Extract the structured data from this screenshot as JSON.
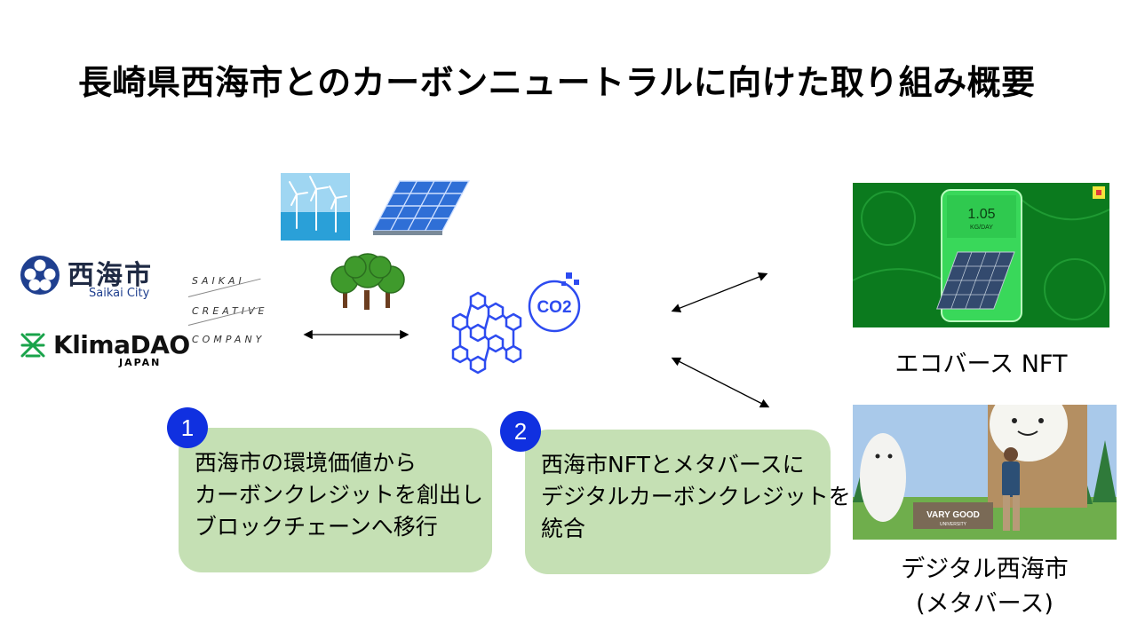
{
  "title": "長崎県西海市とのカーボンニュートラルに向けた取り組み概要",
  "logos": {
    "saikai_city_jp": "西海市",
    "saikai_city_en": "Saikai City",
    "creative_company": [
      "SAIKAI",
      "CREATIVE",
      "COMPANY"
    ],
    "klimadao": "KlimaDAO",
    "klimadao_sub": "JAPAN"
  },
  "chain_icon_text": "CO2",
  "nft_screen": {
    "big_value": "1.05",
    "unit": "KG/DAY"
  },
  "meta_screen": {
    "sign": "VARY GOOD",
    "sign_sub": "UNIVERSITY"
  },
  "captions": {
    "nft": "エコバース NFT",
    "metaverse_line1": "デジタル西海市",
    "metaverse_line2": "(メタバース)"
  },
  "steps": [
    {
      "number": "1",
      "lines": [
        "西海市の環境価値から",
        "カーボンクレジットを創出し",
        "ブロックチェーンへ移行"
      ]
    },
    {
      "number": "2",
      "lines": [
        "西海市NFTとメタバースに",
        "デジタルカーボンクレジットを",
        "統合"
      ]
    }
  ],
  "colors": {
    "box_green": "#c5e0b4",
    "badge_blue": "#1030e0",
    "chain_blue": "#2d4bf0"
  }
}
